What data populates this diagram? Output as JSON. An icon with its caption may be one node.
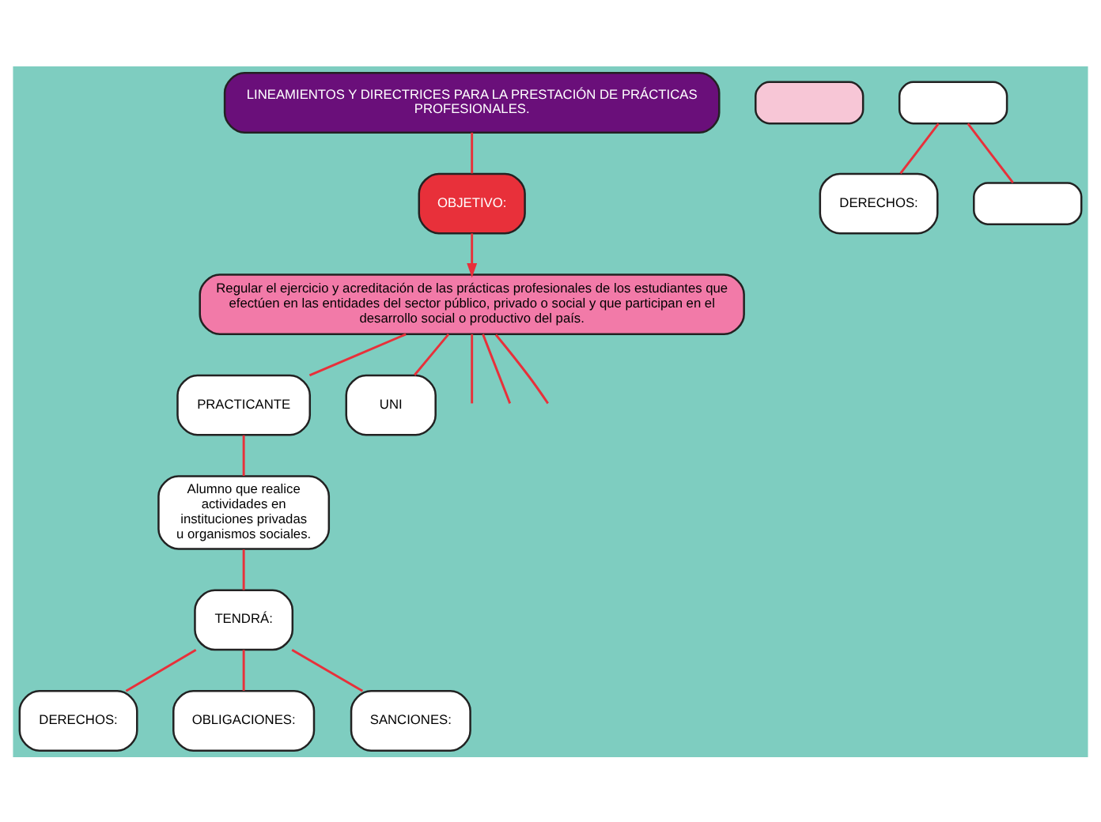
{
  "diagram": {
    "nodes": [
      {
        "text": [
          "LINEAMIENTOS Y DIRECTRICES PARA LA PRESTACIÓN DE PRÁCTICAS PROFESIONALES."
        ]
      },
      {
        "text": [
          "OBJETIVO:"
        ]
      },
      {
        "text": [
          "Regular el ejercicio y acreditación de las prácticas profesionales de los estudiantes que efectúen en las entidades del sector público, privado o social y que participan en el desarrollo social o productivo del país."
        ]
      },
      {
        "text": [
          "PRACTICANTE"
        ]
      },
      {
        "text": [
          "Alumno que realice actividades en instituciones privadas u organismos sociales."
        ]
      },
      {
        "text": [
          "TENDRÁ:"
        ]
      },
      {
        "text": [
          "DERECHOS:"
        ]
      },
      {
        "text": [
          "OBLIGACIONES:"
        ]
      },
      {
        "text": [
          "SANCIONES:"
        ]
      },
      {
        "text": [
          "UNI"
        ]
      },
      {
        "text": [],
        "shape": "box"
      },
      {
        "text": [],
        "shape": "box"
      },
      {
        "text": [
          "DERECHOS:"
        ]
      },
      {
        "text": [],
        "shape": "box"
      }
    ],
    "edges": [
      {
        "from": 0,
        "to": 1,
        "arrow": "none"
      },
      {
        "from": 1,
        "to": 2,
        "arrow": "to"
      },
      {
        "from": 2,
        "to": 3,
        "arrow": "none"
      },
      {
        "from": 3,
        "to": 4,
        "arrow": "none"
      },
      {
        "from": 4,
        "to": 5,
        "arrow": "none"
      },
      {
        "from": 5,
        "to": 6,
        "arrow": "none"
      },
      {
        "from": 5,
        "to": 7,
        "arrow": "none"
      },
      {
        "from": 5,
        "to": 8,
        "arrow": "none"
      },
      {
        "from": 2,
        "to": null,
        "arrow": "none"
      },
      {
        "from": 2,
        "to": 9,
        "arrow": "none"
      },
      {
        "from": 2,
        "to": null,
        "arrow": "none"
      },
      {
        "from": 2,
        "to": null,
        "arrow": "none"
      },
      {
        "from": 11,
        "to": 12,
        "arrow": "none"
      },
      {
        "from": 11,
        "to": 13,
        "arrow": "none"
      }
    ]
  }
}
